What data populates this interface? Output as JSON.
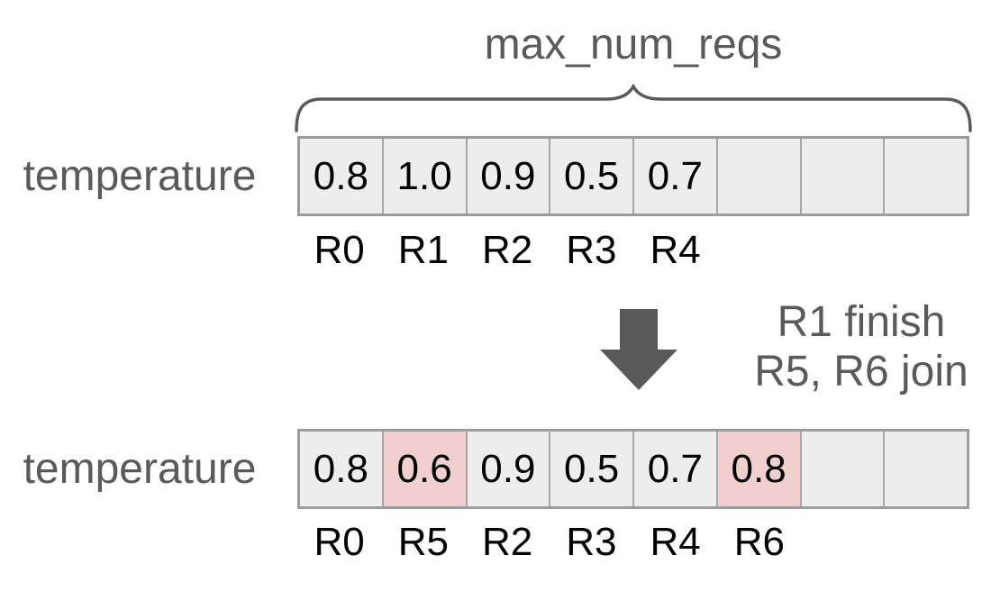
{
  "title": "max_num_reqs",
  "colors": {
    "gray_text": "#5a5a5a",
    "cell_background": "#ededed",
    "highlight_background": "#f0cfce",
    "border": "#9c9c9c",
    "arrow": "#595959"
  },
  "before": {
    "label": "temperature",
    "cells": [
      {
        "value": "0.8",
        "highlight": false
      },
      {
        "value": "1.0",
        "highlight": false
      },
      {
        "value": "0.9",
        "highlight": false
      },
      {
        "value": "0.5",
        "highlight": false
      },
      {
        "value": "0.7",
        "highlight": false
      },
      {
        "value": "",
        "highlight": false
      },
      {
        "value": "",
        "highlight": false
      },
      {
        "value": "",
        "highlight": false
      }
    ],
    "request_ids": [
      "R0",
      "R1",
      "R2",
      "R3",
      "R4",
      "",
      "",
      ""
    ]
  },
  "transition": {
    "line1": "R1 finish",
    "line2": "R5, R6 join"
  },
  "after": {
    "label": "temperature",
    "cells": [
      {
        "value": "0.8",
        "highlight": false
      },
      {
        "value": "0.6",
        "highlight": true
      },
      {
        "value": "0.9",
        "highlight": false
      },
      {
        "value": "0.5",
        "highlight": false
      },
      {
        "value": "0.7",
        "highlight": false
      },
      {
        "value": "0.8",
        "highlight": true
      },
      {
        "value": "",
        "highlight": false
      },
      {
        "value": "",
        "highlight": false
      }
    ],
    "request_ids": [
      "R0",
      "R5",
      "R2",
      "R3",
      "R4",
      "R6",
      "",
      ""
    ]
  }
}
